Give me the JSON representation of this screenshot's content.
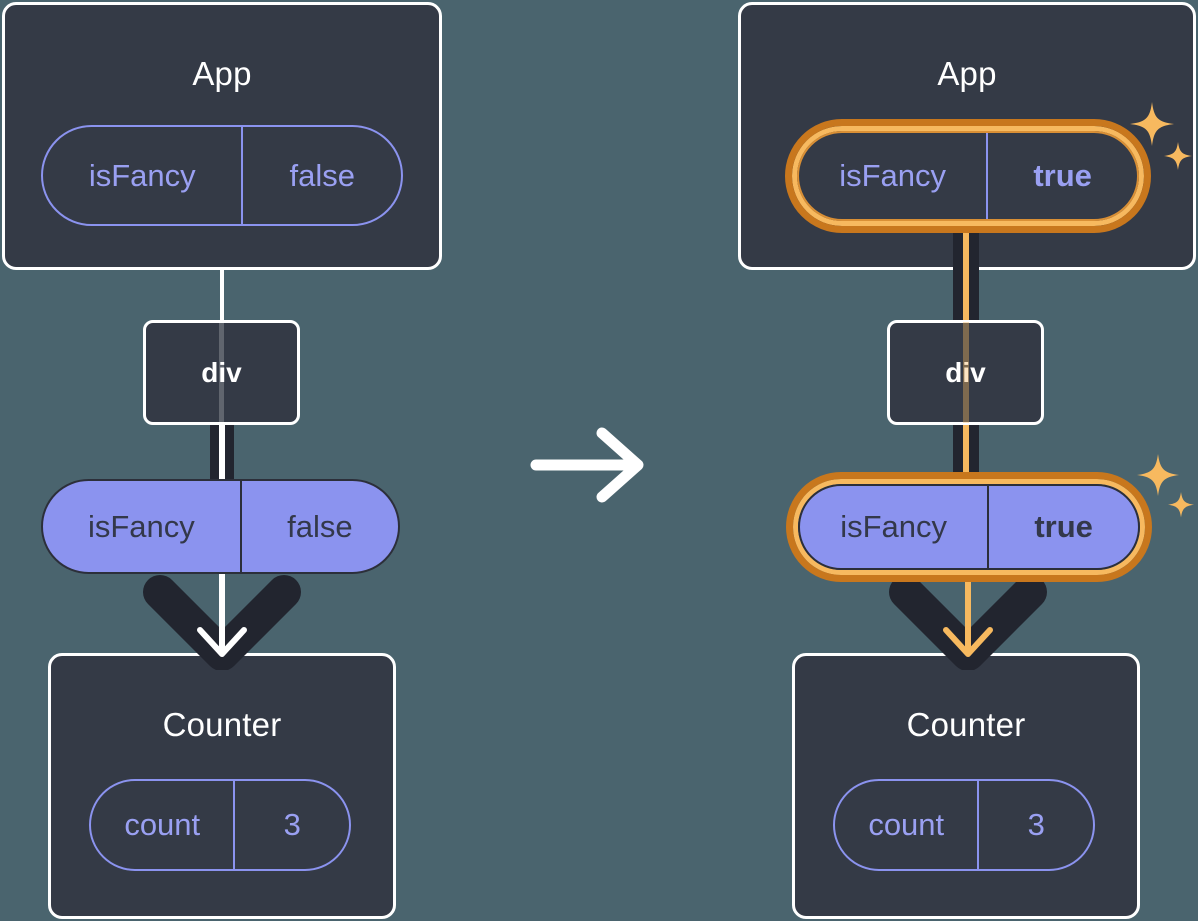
{
  "diagram": {
    "title": "React state propagation: isFancy false to true",
    "background_color": "#4a646e",
    "accent_highlight_color": "#f7b95f",
    "accent_ring_color": "#c8771d",
    "state_pill_color": "#8b93ef",
    "panel_color": "#343a46"
  },
  "before": {
    "app_panel": {
      "title": "App",
      "state": {
        "key": "isFancy",
        "value": "false",
        "highlighted": false
      }
    },
    "div_node": {
      "label": "div"
    },
    "prop_pill": {
      "key": "isFancy",
      "value": "false",
      "highlighted": false
    },
    "counter_panel": {
      "title": "Counter",
      "state": {
        "key": "count",
        "value": "3",
        "highlighted": false
      }
    }
  },
  "transition": {
    "icon": "arrow-right-icon",
    "label": ""
  },
  "after": {
    "app_panel": {
      "title": "App",
      "state": {
        "key": "isFancy",
        "value": "true",
        "highlighted": true
      }
    },
    "div_node": {
      "label": "div"
    },
    "prop_pill": {
      "key": "isFancy",
      "value": "true",
      "highlighted": true
    },
    "counter_panel": {
      "title": "Counter",
      "state": {
        "key": "count",
        "value": "3",
        "highlighted": false
      }
    },
    "sparkle_badges": [
      {
        "name": "sparkle-app-state"
      },
      {
        "name": "sparkle-prop-pill"
      }
    ]
  }
}
